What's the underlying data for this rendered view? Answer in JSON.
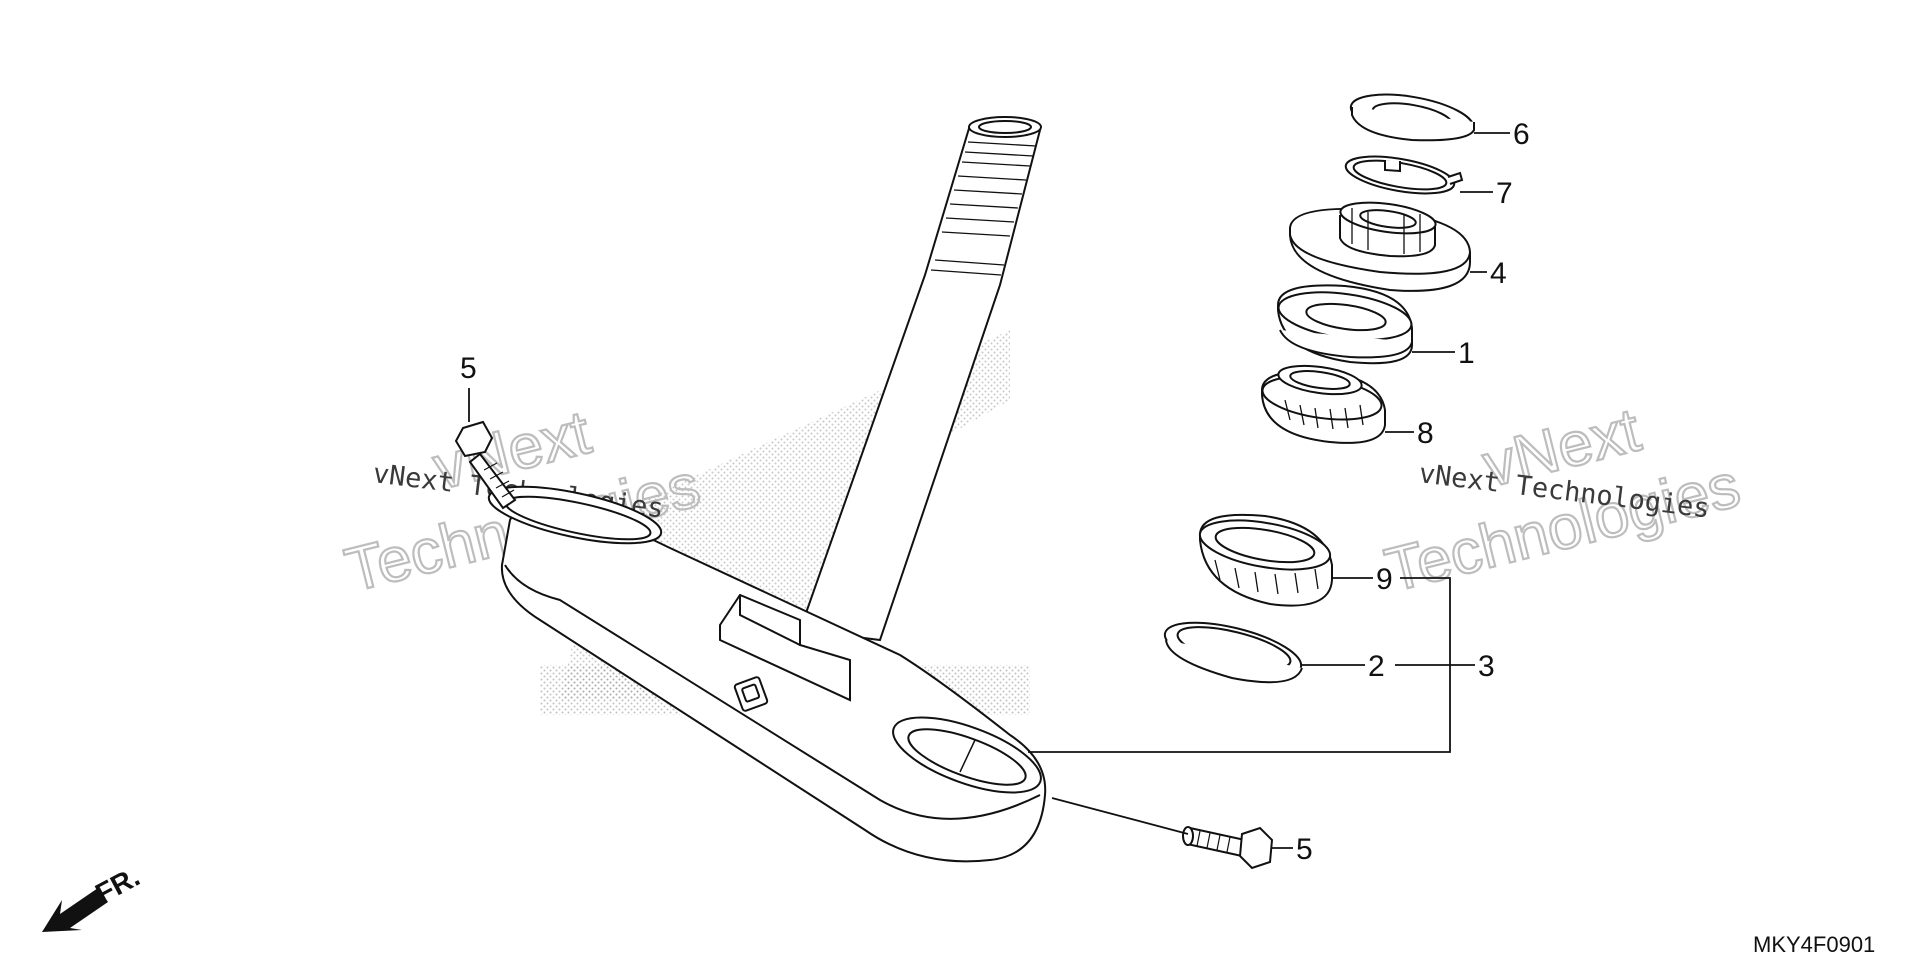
{
  "diagram": {
    "code": "MKY4F0901",
    "direction_label": "FR.",
    "callouts": [
      {
        "id": "c6",
        "label": "6"
      },
      {
        "id": "c7",
        "label": "7"
      },
      {
        "id": "c4",
        "label": "4"
      },
      {
        "id": "c1",
        "label": "1"
      },
      {
        "id": "c8",
        "label": "8"
      },
      {
        "id": "c9",
        "label": "9"
      },
      {
        "id": "c2",
        "label": "2"
      },
      {
        "id": "c3",
        "label": "3"
      },
      {
        "id": "c5a",
        "label": "5"
      },
      {
        "id": "c5b",
        "label": "5"
      }
    ]
  },
  "watermarks": [
    {
      "line1": "vNext",
      "line2": "Technologies",
      "caption": "vNext Technologies"
    },
    {
      "line1": "vNext",
      "line2": "Technologies",
      "caption": "vNext Technologies"
    }
  ]
}
